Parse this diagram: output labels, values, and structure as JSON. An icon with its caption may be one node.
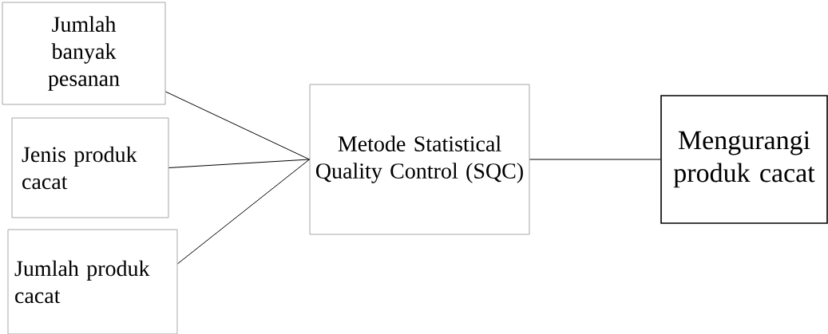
{
  "diagram": {
    "nodes": [
      {
        "text": [
          "Jumlah banyak pesanan"
        ]
      },
      {
        "text": [
          "Jenis produk cacat"
        ]
      },
      {
        "text": [
          "Jumlah produk cacat"
        ]
      },
      {
        "text": [
          "Metode Statistical Quality Control (SQC)"
        ]
      },
      {
        "text": [
          "Mengurangi produk cacat"
        ]
      }
    ],
    "edges": [
      {
        "from": 0,
        "to": 3,
        "arrow": "none"
      },
      {
        "from": 1,
        "to": 3,
        "arrow": "none"
      },
      {
        "from": 2,
        "to": 3,
        "arrow": "none"
      },
      {
        "from": 3,
        "to": 4,
        "arrow": "none"
      }
    ]
  }
}
